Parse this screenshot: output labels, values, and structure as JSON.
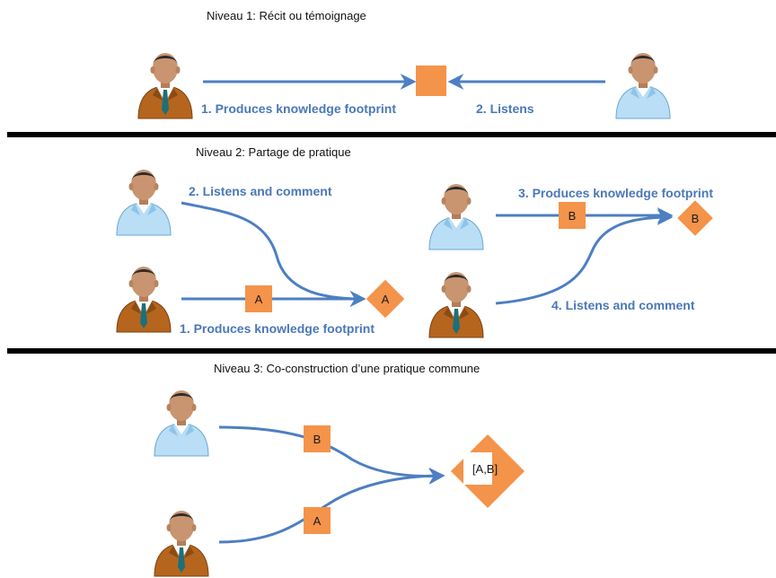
{
  "colors": {
    "arrow": "#4d7fc2",
    "label": "#4a78b8",
    "box": "#f4934a",
    "box_stroke": "#e8832f",
    "divider": "#000000",
    "person_a_shirt": "#b8691f",
    "person_b_shirt": "#a9d3f0"
  },
  "level1": {
    "title": "Niveau 1: Récit ou témoignage",
    "flow1": "1. Produces knowledge footprint",
    "flow2": "2. Listens"
  },
  "level2": {
    "title": "Niveau 2: Partage de pratique",
    "left_listen": "2. Listens and comment",
    "left_produce": "1. Produces knowledge footprint",
    "left_box": "A",
    "left_target": "A",
    "right_produce": "3. Produces knowledge footprint",
    "right_listen": "4. Listens and comment",
    "right_box": "B",
    "right_target": "B"
  },
  "level3": {
    "title": "Niveau 3: Co-construction d’une pratique commune",
    "box_b": "B",
    "box_a": "A",
    "result": "[A,B]"
  },
  "icons": {
    "person_a": "man-suit-icon",
    "person_b": "man-blue-shirt-icon"
  }
}
